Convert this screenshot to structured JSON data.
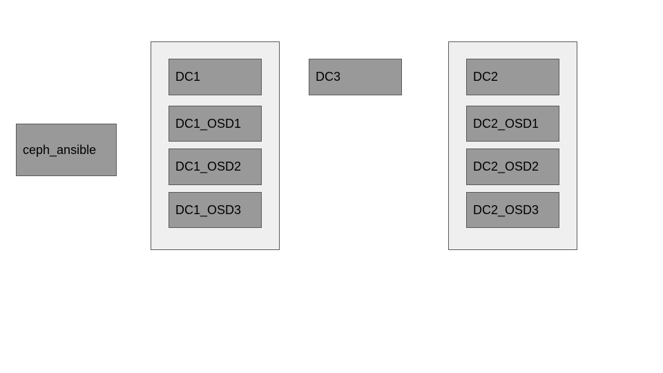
{
  "colors": {
    "background": "#ffffff",
    "container_fill": "#efefef",
    "node_fill": "#999999",
    "border": "#595959",
    "text": "#000000"
  },
  "nodes": {
    "ceph_ansible": "ceph_ansible",
    "dc1": "DC1",
    "dc1_osd1": "DC1_OSD1",
    "dc1_osd2": "DC1_OSD2",
    "dc1_osd3": "DC1_OSD3",
    "dc3": "DC3",
    "dc2": "DC2",
    "dc2_osd1": "DC2_OSD1",
    "dc2_osd2": "DC2_OSD2",
    "dc2_osd3": "DC2_OSD3"
  }
}
